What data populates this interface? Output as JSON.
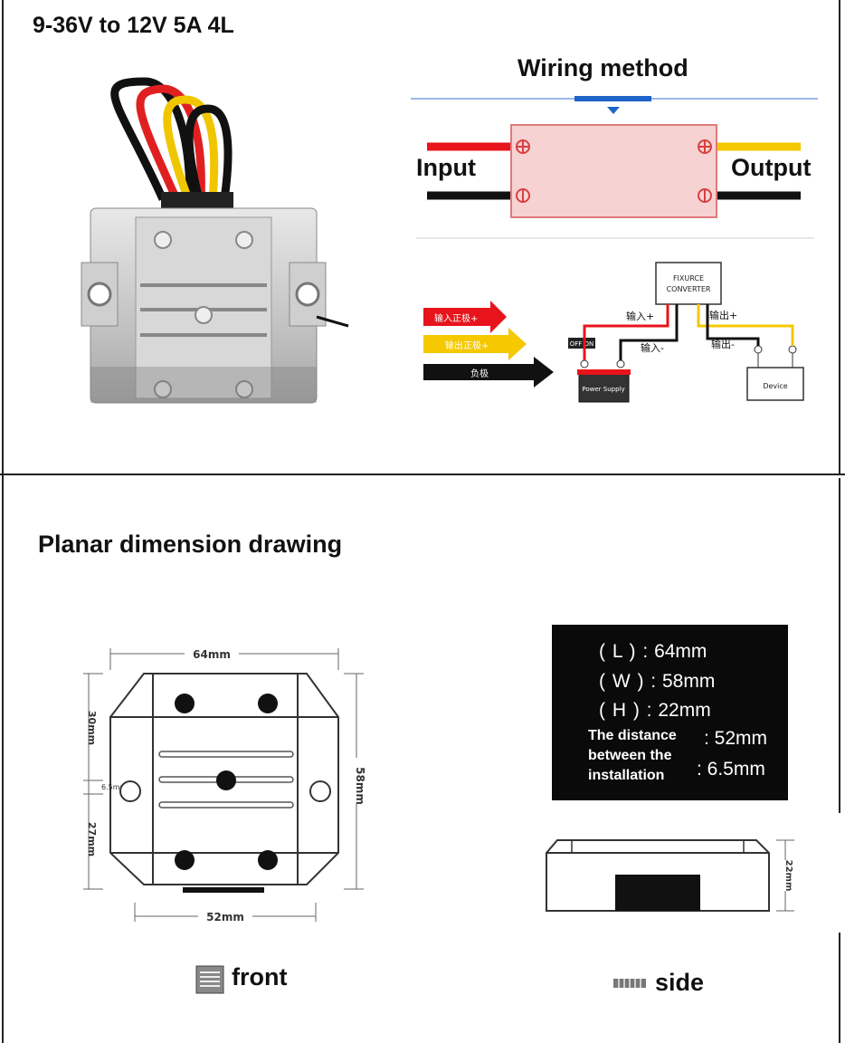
{
  "header": {
    "title": "9-36V to 12V 5A  4L",
    "wiring_title": "Wiring method",
    "input_label": "Input",
    "output_label": "Output"
  },
  "schematic": {
    "converter_label_1": "FIXURCE",
    "converter_label_2": "CONVERTER",
    "power_supply_label": "Power Supply",
    "device_label": "Device",
    "switch_label": "OFF ON",
    "legend_red": "输入正极+",
    "legend_yellow": "输出正极+",
    "legend_black": "负极",
    "in_plus": "输入+",
    "in_minus": "输入-",
    "out_plus": "输出+",
    "out_minus": "输出-"
  },
  "dimensions": {
    "section_title": "Planar dimension drawing",
    "width_top": "64mm",
    "width_bottom": "52mm",
    "height_right": "58mm",
    "left_upper": "30mm",
    "left_mid": "6.5mm",
    "left_lower": "27mm",
    "side_height": "22mm",
    "front_label": "front",
    "side_label": "side"
  },
  "specs": {
    "l_label": "( L ) :",
    "l_value": "64mm",
    "w_label": "( W ) :",
    "w_value": "58mm",
    "h_label": "( H ) :",
    "h_value": "22mm",
    "install_line1": "The distance",
    "install_line2": "between the",
    "install_line3": "installation",
    "install_value1": "52mm",
    "install_value2": "6.5mm"
  },
  "colors": {
    "wire_red": "#e8141b",
    "wire_yellow": "#f5c800",
    "wire_black": "#111111",
    "accent_blue": "#1e63c8",
    "module_fill": "#f6d2d2",
    "module_stroke": "#e07a7a"
  }
}
